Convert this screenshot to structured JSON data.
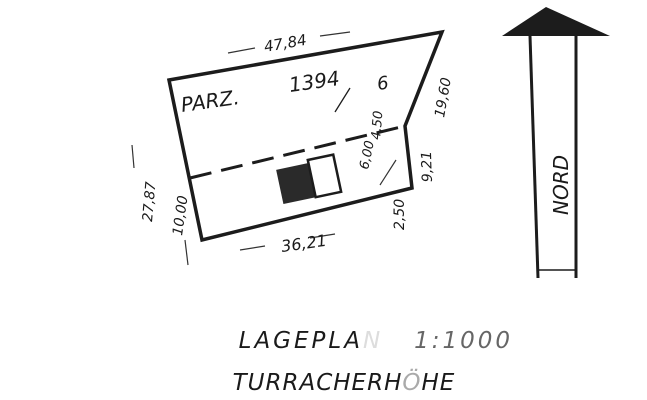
{
  "parcel": {
    "label": "PARZ.",
    "number": "1394",
    "number_sub": "6",
    "dimensions": {
      "top": "47,84",
      "right_upper": "19,60",
      "right_lower": "9,21",
      "bottom": "36,21",
      "left_total": "27,87",
      "left_lower": "10,00",
      "setback_a": "6,00",
      "setback_b": "4,50",
      "setback_c": "2,50"
    }
  },
  "north_arrow": {
    "label": "NORD"
  },
  "title": {
    "line1": "LAGEPLA",
    "line1_faded": "N",
    "scale": "1:1000",
    "line2_a": "TURRACHERH",
    "line2_faded": "Ö",
    "line2_b": "HE"
  },
  "colors": {
    "ink": "#1c1c1c",
    "building_fill": "#2a2a2a"
  }
}
